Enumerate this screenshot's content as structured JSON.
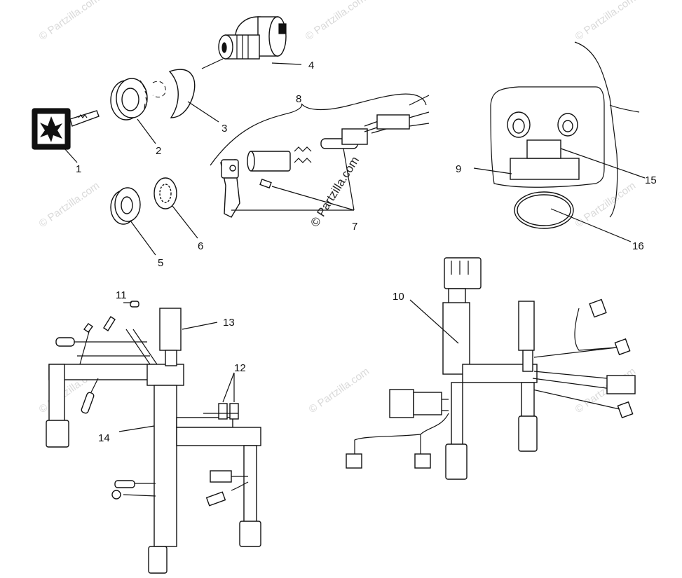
{
  "watermark": "© Partzilla.com",
  "callouts": [
    "1",
    "2",
    "3",
    "4",
    "5",
    "6",
    "7",
    "8",
    "9",
    "10",
    "11",
    "12",
    "13",
    "14",
    "15",
    "16"
  ]
}
